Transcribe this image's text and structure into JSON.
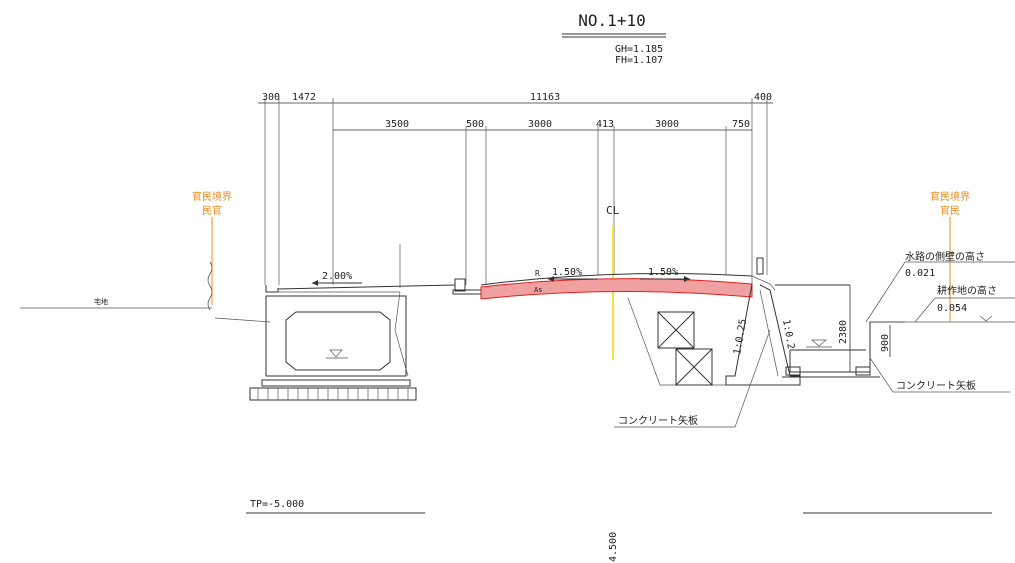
{
  "title": "NO.1+10",
  "gh": "GH=1.185",
  "fh": "FH=1.107",
  "dims_top": [
    "300",
    "1472",
    "11163",
    "400"
  ],
  "dims_second": [
    "3500",
    "500",
    "3000",
    "413",
    "3000",
    "750"
  ],
  "cl_label": "CL",
  "slopes": {
    "left": "2.00%",
    "center_left": "1.50%",
    "center_right": "1.50%",
    "r_label": "R",
    "as_label": "As",
    "slope1": "1:0.25",
    "slope2": "1:0.2"
  },
  "boundary_left": {
    "line1": "官民境界",
    "line2": "民官"
  },
  "boundary_right": {
    "line1": "官民境界",
    "line2": "官民"
  },
  "residential_label": "宅地",
  "waterway_label": "水路の側壁の高さ",
  "waterway_value": "0.021",
  "farmland_label": "耕作地の高さ",
  "farmland_value": "0.054",
  "dim_2380": "2380",
  "dim_900": "900",
  "concrete_sheet_1": "コンクリート矢板",
  "concrete_sheet_2": "コンクリート矢板",
  "tp": "TP=-5.000",
  "bottom_value": "4.500",
  "colors": {
    "orange": "#f08a1c",
    "red_fill": "#f0a0a0",
    "red_stroke": "#e02020",
    "yellow": "#f2e53a",
    "gray": "#888888"
  }
}
